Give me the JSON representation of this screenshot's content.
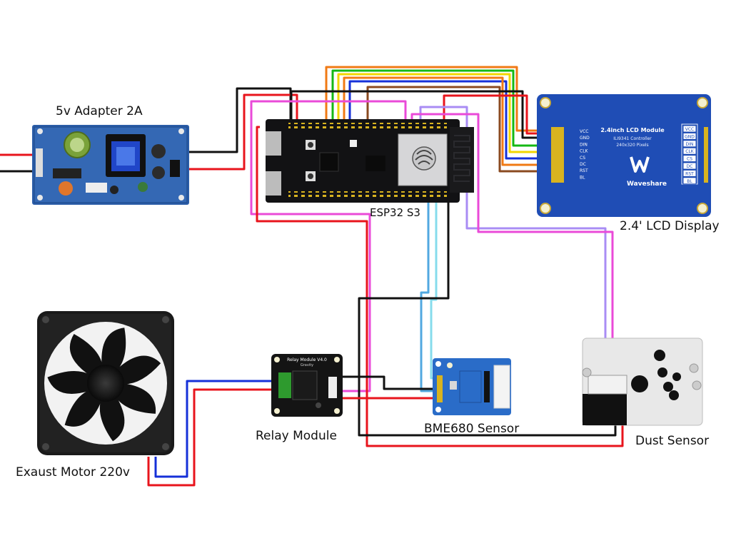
{
  "components": {
    "adapter": {
      "label": "5v Adapter 2A"
    },
    "esp32": {
      "label": "ESP32 S3"
    },
    "lcd": {
      "label": "2.4' LCD Display",
      "title": "2.4inch LCD Module",
      "controller": "ILI9341 Controller",
      "pixels": "240x320 Pixels",
      "brand": "Waveshare",
      "pins": [
        "VCC",
        "GND",
        "DIN",
        "CLK",
        "CS",
        "DC",
        "RST",
        "BL"
      ]
    },
    "relay": {
      "label": "Relay Module",
      "title": "Relay Module V4.0",
      "sub": "Gravity"
    },
    "bme680": {
      "label": "BME680 Sensor"
    },
    "dust": {
      "label": "Dust Sensor"
    },
    "fan": {
      "label": "Exaust Motor 220v"
    }
  },
  "colors": {
    "red": "#e8141c",
    "black": "#111111",
    "blue": "#1530d8",
    "green": "#14b814",
    "yellow": "#f2d600",
    "orange": "#f07a14",
    "brown": "#8a4a20",
    "pink": "#ea4ad8",
    "purple": "#a98cf4",
    "lightblue": "#52a8e0",
    "cyan": "#86dcec",
    "board": "#121214",
    "lcd_blue": "#1f4db5",
    "pcb_blue": "#2a6cc8"
  }
}
